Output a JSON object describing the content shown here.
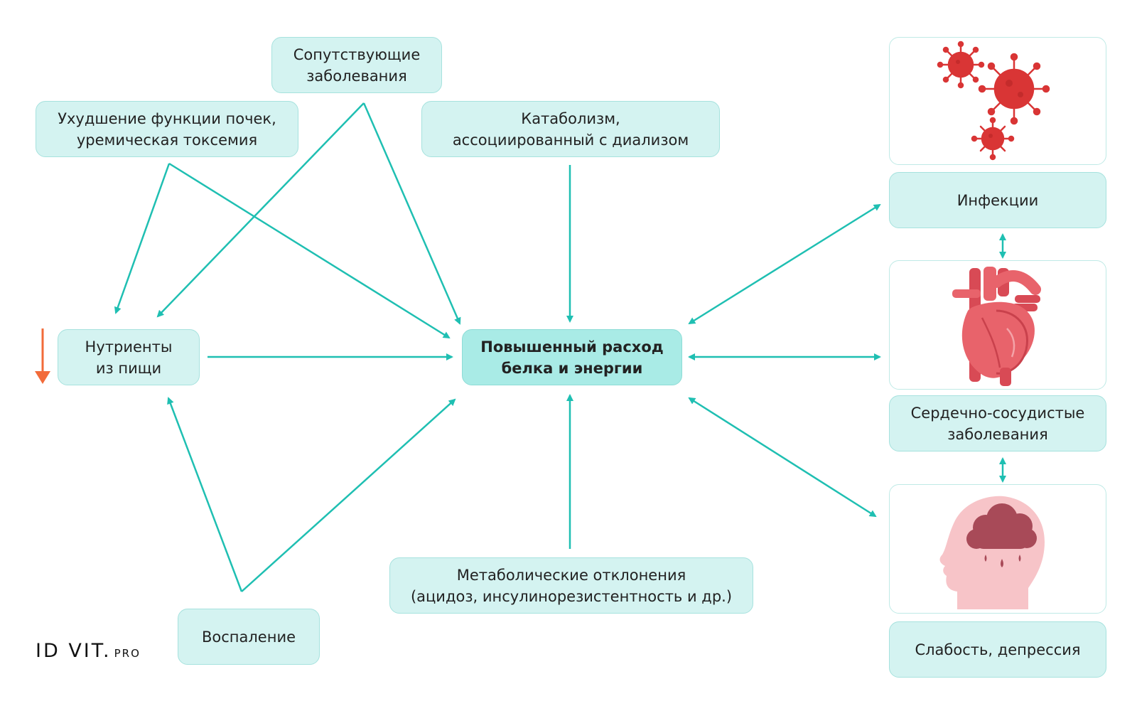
{
  "nodes": {
    "comorbid": [
      "Сопутствующие",
      "заболевания"
    ],
    "kidney": [
      "Ухудшение функции почек,",
      "уремическая токсемия"
    ],
    "catabolism": [
      "Катаболизм,",
      "ассоциированный с диализом"
    ],
    "nutrients": [
      "Нутриенты",
      "из пищи"
    ],
    "center": [
      "Повышенный расход",
      "белка и энергии"
    ],
    "metabolic": [
      "Метаболические отклонения",
      "(ацидоз, инсулинорезистентность и др.)"
    ],
    "inflammation": [
      "Воспаление"
    ],
    "infections": [
      "Инфекции"
    ],
    "cardio": [
      "Сердечно-сосудистые",
      "заболевания"
    ],
    "weakness": [
      "Слабость, депрессия"
    ]
  },
  "logo": {
    "main": "ID VIT.",
    "suffix": "PRO"
  },
  "colors": {
    "arrow": "#1fbfb2",
    "decrease_arrow": "#f26b3a",
    "virus": "#d93535",
    "heart": "#e8636b",
    "head": "#f7c4c8",
    "cloud": "#a84a58"
  },
  "icons": [
    "virus-icon",
    "heart-icon",
    "head-icon",
    "decrease-arrow-icon"
  ]
}
